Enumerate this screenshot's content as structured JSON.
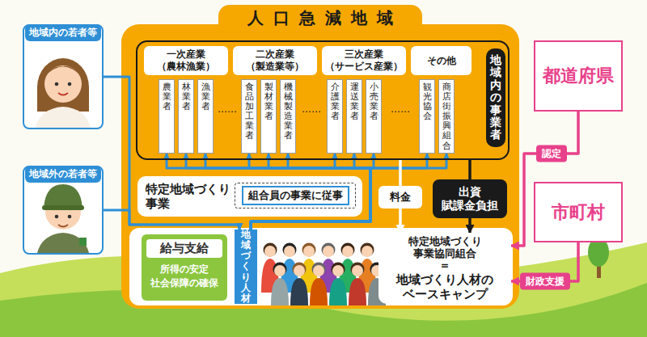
{
  "diagram": {
    "nodes": [
      {
        "text": [
          "人口急減地域"
        ]
      },
      {
        "text": [
          "地域内の事業者"
        ],
        "in": 0
      },
      {
        "text": [
          "一次産業 （農林漁業）"
        ],
        "in": 1
      },
      {
        "text": [
          "二次産業 （製造業等）"
        ],
        "in": 1
      },
      {
        "text": [
          "三次産業 （サービス産業）"
        ],
        "in": 1
      },
      {
        "text": [
          "その他"
        ],
        "in": 1
      },
      {
        "text": [
          "農業者"
        ],
        "in": 1
      },
      {
        "text": [
          "林業者"
        ],
        "in": 1
      },
      {
        "text": [
          "漁業者"
        ],
        "in": 1
      },
      {
        "text": [
          "食品加工業者"
        ],
        "in": 1
      },
      {
        "text": [
          "製材業者"
        ],
        "in": 1
      },
      {
        "text": [
          "機械製造業者"
        ],
        "in": 1
      },
      {
        "text": [
          "介護業者"
        ],
        "in": 1
      },
      {
        "text": [
          "運送業者"
        ],
        "in": 1
      },
      {
        "text": [
          "小売業者"
        ],
        "in": 1
      },
      {
        "text": [
          "観光協会"
        ],
        "in": 1
      },
      {
        "text": [
          "商店街振興組合"
        ],
        "in": 1
      },
      {
        "text": [
          "特定地域づくり事業"
        ],
        "in": 0
      },
      {
        "text": [
          "組合員の事業に従事"
        ],
        "in": 17
      },
      {
        "text": [
          "料金"
        ],
        "in": 0
      },
      {
        "text": [
          "出資 賦課金負担"
        ],
        "in": 0
      },
      {
        "text": [
          "給与支給",
          "所得の安定 社会保障の確保"
        ],
        "in": 0
      },
      {
        "text": [
          "地域づくり人材"
        ],
        "in": 0
      },
      {
        "text": [
          "特定地域づくり 事業協同組合",
          "＝",
          "地域づくり人材の ベースキャンプ"
        ],
        "in": 0
      },
      {
        "text": [
          "地域内の若者等"
        ]
      },
      {
        "text": [
          "地域外の若者等"
        ]
      },
      {
        "text": [
          "都道府県"
        ]
      },
      {
        "text": [
          "市町村"
        ]
      }
    ],
    "edges": [
      {
        "from": 24,
        "to": 22,
        "arrow": "to"
      },
      {
        "from": 25,
        "to": 22,
        "arrow": "to"
      },
      {
        "from": 22,
        "to": 6,
        "arrow": "to"
      },
      {
        "from": 22,
        "to": 7,
        "arrow": "to"
      },
      {
        "from": 22,
        "to": 8,
        "arrow": "to"
      },
      {
        "from": 22,
        "to": 9,
        "arrow": "to"
      },
      {
        "from": 22,
        "to": 10,
        "arrow": "to"
      },
      {
        "from": 22,
        "to": 11,
        "arrow": "to"
      },
      {
        "from": 22,
        "to": 12,
        "arrow": "to"
      },
      {
        "from": 22,
        "to": 13,
        "arrow": "to"
      },
      {
        "from": 22,
        "to": 14,
        "arrow": "to"
      },
      {
        "from": 22,
        "to": 15,
        "arrow": "to"
      },
      {
        "from": 22,
        "to": 16,
        "arrow": "to"
      },
      {
        "from": 1,
        "to": 19,
        "arrow": "none"
      },
      {
        "from": 19,
        "to": 23,
        "arrow": "to"
      },
      {
        "from": 1,
        "to": 20,
        "arrow": "none"
      },
      {
        "from": 20,
        "to": 23,
        "arrow": "to"
      },
      {
        "from": 26,
        "to": 23,
        "label": "認定",
        "arrow": "to"
      },
      {
        "from": 27,
        "to": 23,
        "label": "財政支援",
        "arrow": "to"
      }
    ],
    "labels": [
      "……",
      "……",
      "……"
    ]
  }
}
